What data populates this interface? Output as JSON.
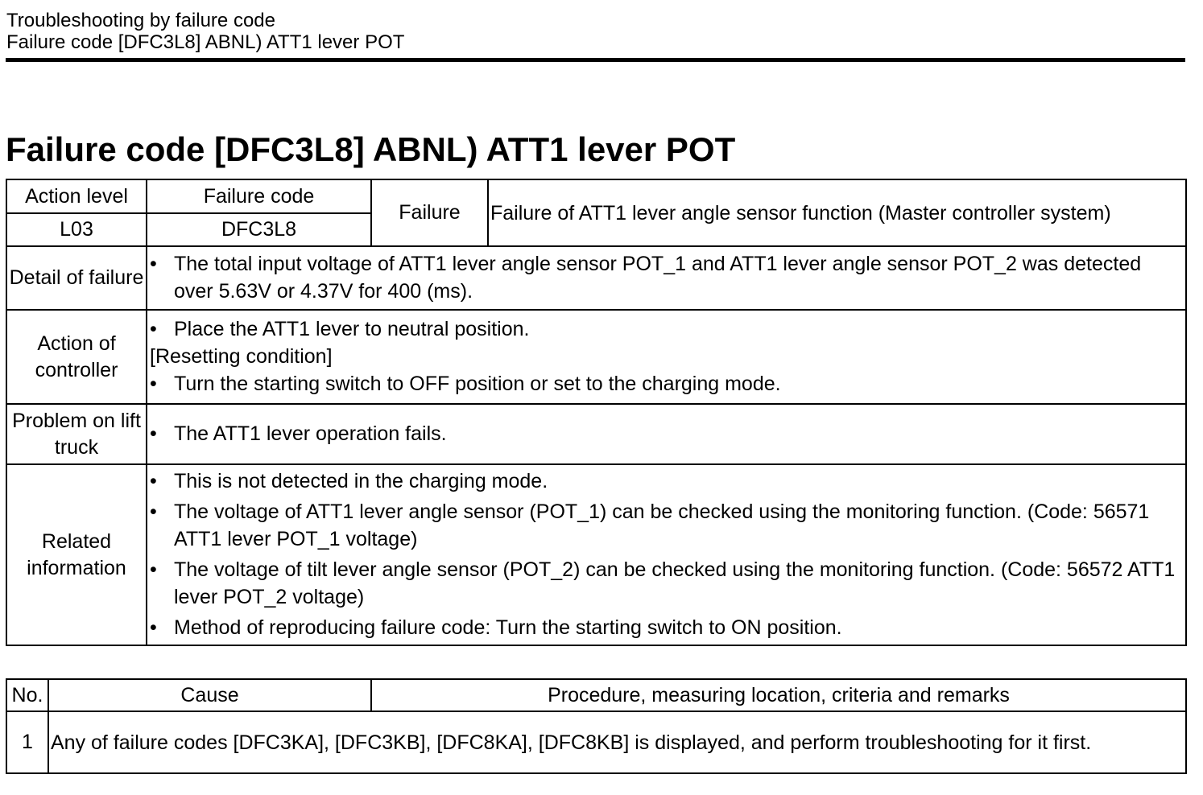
{
  "header": {
    "section": "Troubleshooting by failure code",
    "subtitle": "Failure code [DFC3L8] ABNL) ATT1 lever POT"
  },
  "title": "Failure code [DFC3L8] ABNL) ATT1 lever POT",
  "info_table": {
    "action_level_label": "Action level",
    "action_level_value": "L03",
    "failure_code_label": "Failure code",
    "failure_code_value": "DFC3L8",
    "failure_label": "Failure",
    "failure_value": "Failure of ATT1 lever angle sensor function (Master controller system)",
    "detail_label": "Detail of failure",
    "detail_items": [
      "The total input voltage of ATT1 lever angle sensor POT_1 and ATT1 lever angle sensor POT_2 was detected over 5.63V or 4.37V for 400 (ms)."
    ],
    "action_label": "Action of controller",
    "action_items": [
      "Place the ATT1 lever to neutral position."
    ],
    "resetting_label": "[Resetting condition]",
    "resetting_items": [
      "Turn the starting switch to OFF position or set to the charging mode."
    ],
    "problem_label": "Problem on lift truck",
    "problem_items": [
      "The ATT1 lever operation fails."
    ],
    "related_label": "Related information",
    "related_items": [
      "This is not detected in the charging mode.",
      "The voltage of ATT1 lever angle sensor (POT_1) can be checked using the monitoring function. (Code: 56571 ATT1 lever POT_1 voltage)",
      "The voltage of tilt lever angle sensor (POT_2) can be checked using the monitoring function. (Code: 56572 ATT1 lever POT_2 voltage)",
      "Method of reproducing failure code: Turn the starting switch to ON position."
    ]
  },
  "cause_table": {
    "headers": {
      "no": "No.",
      "cause": "Cause",
      "procedure": "Procedure, measuring location, criteria and remarks"
    },
    "rows": [
      {
        "no": "1",
        "text": "Any of failure codes [DFC3KA], [DFC3KB], [DFC8KA], [DFC8KB] is displayed, and perform troubleshooting for it first."
      }
    ]
  }
}
